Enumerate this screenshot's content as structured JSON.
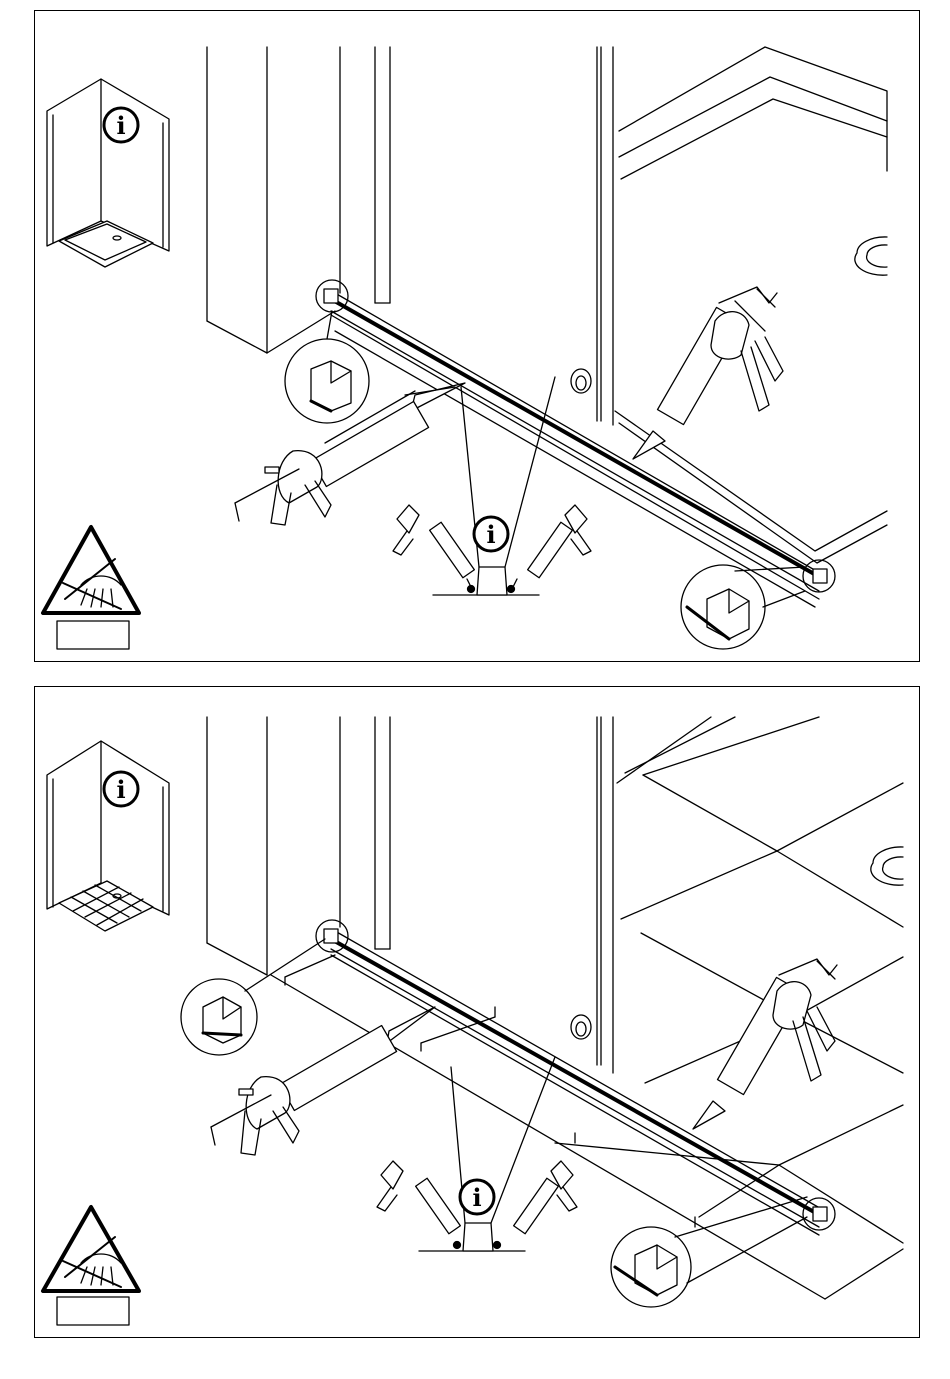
{
  "panels": [
    {
      "id": "panel-1",
      "variant": "shower-tray",
      "info_label": "i",
      "detail_info_label": "i"
    },
    {
      "id": "panel-2",
      "variant": "tiled-floor",
      "info_label": "i",
      "detail_info_label": "i"
    }
  ],
  "colors": {
    "line": "#000000",
    "background": "#ffffff",
    "silicone_bead": "#000000"
  },
  "icons": [
    "info-icon",
    "caulking-gun-icon",
    "no-water-warning-icon",
    "shower-cubicle-icon",
    "magnifier-detail-icon"
  ]
}
